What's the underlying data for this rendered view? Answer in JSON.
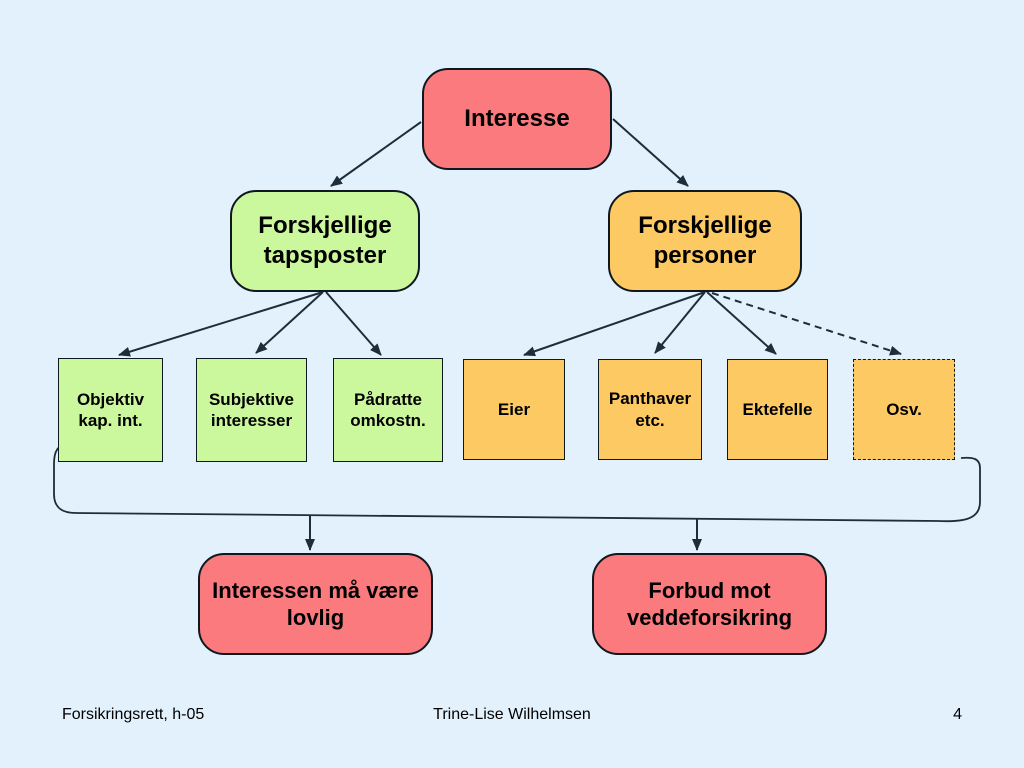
{
  "slide": {
    "background_color": "#E2F1FC",
    "line_color": "#1f2d38",
    "box_border_color": "#10181f",
    "colors": {
      "red": "#FA7A7D",
      "green": "#CCF89D",
      "orange": "#FDC962"
    }
  },
  "nodes": {
    "interesse": {
      "label": "Interesse",
      "color": "#FA7A7D"
    },
    "tapsposter": {
      "label": "Forskjellige tapsposter",
      "color": "#CCF89D"
    },
    "personer": {
      "label": "Forskjellige personer",
      "color": "#FDC962"
    },
    "objektiv": {
      "label": "Objektiv kap. int.",
      "color": "#CCF89D"
    },
    "subjektive": {
      "label": "Subjektive interesser",
      "color": "#CCF89D"
    },
    "padratte": {
      "label": "Pådratte omkostn.",
      "color": "#CCF89D"
    },
    "eier": {
      "label": "Eier",
      "color": "#FDC962"
    },
    "panthaver": {
      "label": "Panthaver etc.",
      "color": "#FDC962"
    },
    "ektefelle": {
      "label": "Ektefelle",
      "color": "#FDC962"
    },
    "osv": {
      "label": "Osv.",
      "color": "#FDC962"
    },
    "lovlig": {
      "label": "Interessen må være lovlig",
      "color": "#FA7A7D"
    },
    "forbud": {
      "label": "Forbud mot veddeforsikring",
      "color": "#FA7A7D"
    }
  },
  "footer": {
    "left": "Forsikringsrett, h-05",
    "center": "Trine-Lise Wilhelmsen",
    "page_number": "4"
  }
}
